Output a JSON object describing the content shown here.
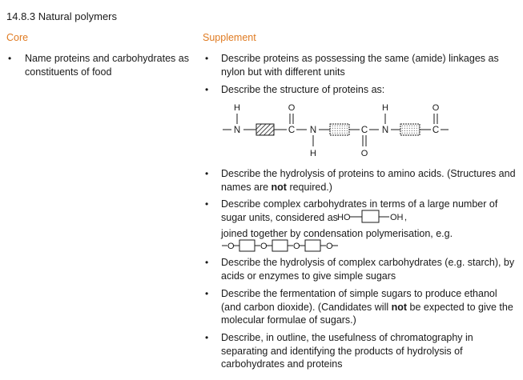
{
  "title": "14.8.3  Natural polymers",
  "headers": {
    "core": "Core",
    "supplement": "Supplement"
  },
  "colors": {
    "header": "#e07b22",
    "text": "#1a1a1a"
  },
  "bullet_glyph": "•",
  "core_items": [
    {
      "text": "Name proteins and carbohydrates as constituents of food"
    }
  ],
  "supplement": {
    "amide": "Describe proteins as possessing the same (amide) linkages as nylon but with different units",
    "structure": "Describe the structure of proteins as:",
    "hydrolysis_pre": "Describe the hydrolysis of proteins to amino acids. (Structures and names are ",
    "hydrolysis_bold": "not",
    "hydrolysis_post": " required.)",
    "carbs_text": "Describe complex carbohydrates in terms of a large number of sugar units, considered as",
    "carbs_joined": "joined together by condensation polymerisation, e.g.",
    "carbs_hydrolysis": "Describe the hydrolysis of complex carbohydrates (e.g. starch), by acids or enzymes to give simple sugars",
    "ferment_pre": "Describe the fermentation of simple sugars to produce ethanol (and carbon dioxide). (Candidates will ",
    "ferment_bold": "not",
    "ferment_post": " be expected to give the molecular formulae of sugars.)",
    "chromatography": "Describe, in outline, the usefulness of chromatography in separating and identifying the products of hydrolysis of carbohydrates and proteins"
  },
  "protein_diagram": {
    "H": "H",
    "N": "N",
    "C": "C",
    "O": "O"
  },
  "sugar_unit": {
    "left": "HO",
    "right": "OH"
  },
  "polysaccharide": {
    "link": "O"
  }
}
